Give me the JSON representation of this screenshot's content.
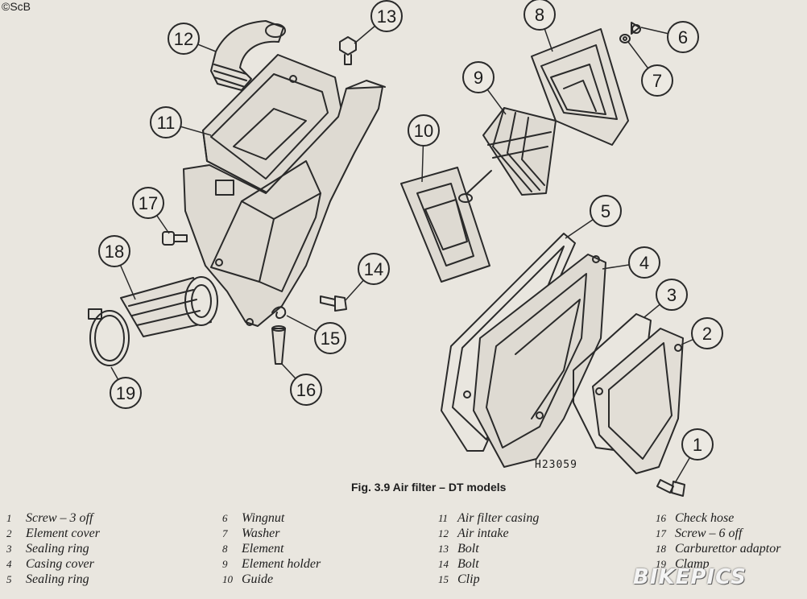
{
  "copyright": "©ScB",
  "caption": "Fig. 3.9 Air filter – DT models",
  "drawing_number": "H23059",
  "watermark": "BIKEPICS",
  "callouts": [
    {
      "num": "1"
    },
    {
      "num": "2"
    },
    {
      "num": "3"
    },
    {
      "num": "4"
    },
    {
      "num": "5"
    },
    {
      "num": "6"
    },
    {
      "num": "7"
    },
    {
      "num": "8"
    },
    {
      "num": "9"
    },
    {
      "num": "10"
    },
    {
      "num": "11"
    },
    {
      "num": "12"
    },
    {
      "num": "13"
    },
    {
      "num": "14"
    },
    {
      "num": "15"
    },
    {
      "num": "16"
    },
    {
      "num": "17"
    },
    {
      "num": "18"
    },
    {
      "num": "19"
    }
  ],
  "legend": [
    [
      {
        "num": "1",
        "text": "Screw – 3 off"
      },
      {
        "num": "2",
        "text": "Element cover"
      },
      {
        "num": "3",
        "text": "Sealing ring"
      },
      {
        "num": "4",
        "text": "Casing cover"
      },
      {
        "num": "5",
        "text": "Sealing ring"
      }
    ],
    [
      {
        "num": "6",
        "text": "Wingnut"
      },
      {
        "num": "7",
        "text": "Washer"
      },
      {
        "num": "8",
        "text": "Element"
      },
      {
        "num": "9",
        "text": "Element holder"
      },
      {
        "num": "10",
        "text": "Guide"
      }
    ],
    [
      {
        "num": "11",
        "text": "Air filter casing"
      },
      {
        "num": "12",
        "text": "Air intake"
      },
      {
        "num": "13",
        "text": "Bolt"
      },
      {
        "num": "14",
        "text": "Bolt"
      },
      {
        "num": "15",
        "text": "Clip"
      }
    ],
    [
      {
        "num": "16",
        "text": "Check hose"
      },
      {
        "num": "17",
        "text": "Screw – 6 off"
      },
      {
        "num": "18",
        "text": "Carburettor adaptor"
      },
      {
        "num": "19",
        "text": "Clamp"
      }
    ]
  ]
}
